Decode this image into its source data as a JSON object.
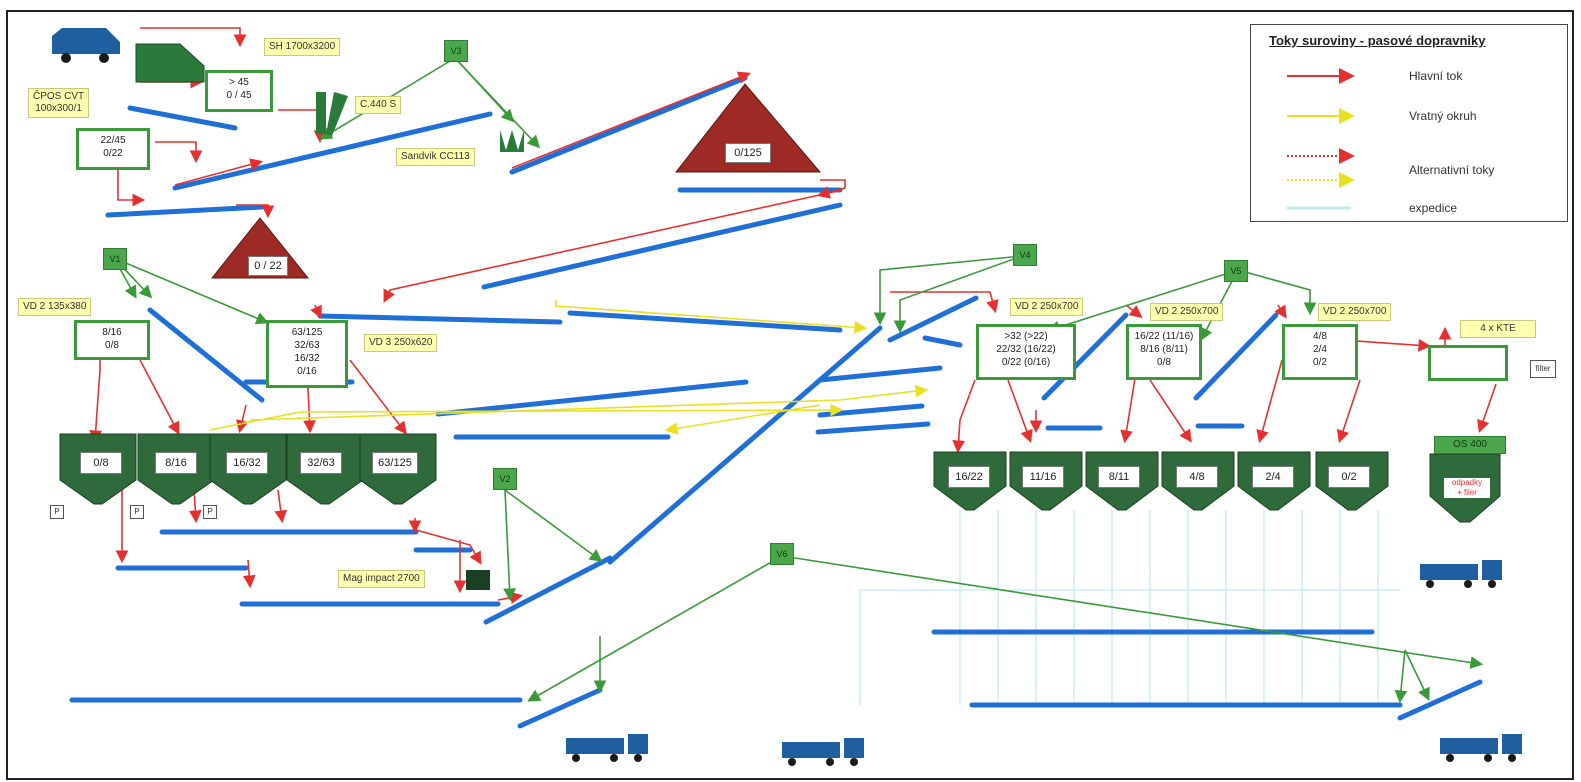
{
  "legend": {
    "title": "Toky suroviny - pasové dopravniky",
    "items": [
      {
        "label": "Hlavní tok",
        "color": "#e53030",
        "style": "solid"
      },
      {
        "label": "Vratný okruh",
        "color": "#e8e020",
        "style": "solid"
      },
      {
        "label": "Alternativní toky",
        "color": "#e53030",
        "style": "dotted"
      },
      {
        "label": "",
        "color": "#e8e020",
        "style": "dotted"
      },
      {
        "label": "expedice",
        "color": "#bfe9f5",
        "style": "solid"
      }
    ]
  },
  "labels": {
    "sh": "SH 1700x3200",
    "cpos": "ČPOS CVT\n100x300/1",
    "cone": "C.440 S",
    "sandvik": "Sandvik CC113",
    "vd2_135": "VD 2 135x380",
    "vd3": "VD 3 250x620",
    "vd2_a": "VD 2 250x700",
    "vd2_b": "VD 2 250x700",
    "vd2_c": "VD 2 250x700",
    "kte": "4 x KTE",
    "mag": "Mag impact 2700",
    "os": "OS 400",
    "filter": "filter",
    "p": "P"
  },
  "screens": {
    "s1": "> 45\n0 / 45",
    "s2": "22/45\n0/22",
    "v1": "8/16\n0/8",
    "v3": "63/125\n32/63\n16/32\n0/16",
    "d1": ">32 (>22)\n22/32 (16/22)\n0/22 (0/16)",
    "d2": "16/22 (11/16)\n8/16 (8/11)\n0/8",
    "d3": "4/8\n2/4\n0/2"
  },
  "piles": {
    "small": "0 / 22",
    "big": "0/125"
  },
  "silos_left": [
    "0/8",
    "8/16",
    "16/32",
    "32/63",
    "63/125"
  ],
  "silos_right": [
    "16/22",
    "11/16",
    "8/11",
    "4/8",
    "2/4",
    "0/2"
  ],
  "os_sub": "odpadky\n+ filer",
  "badges": [
    "V1",
    "V2",
    "V3",
    "V4",
    "V5",
    "V6"
  ],
  "colors": {
    "main": "#e53030",
    "return": "#e8e020",
    "conveyor": "#1f6fd6",
    "green": "#3a9a3a",
    "silo": "#2f6a3a",
    "expedice": "#bfe9f5"
  }
}
